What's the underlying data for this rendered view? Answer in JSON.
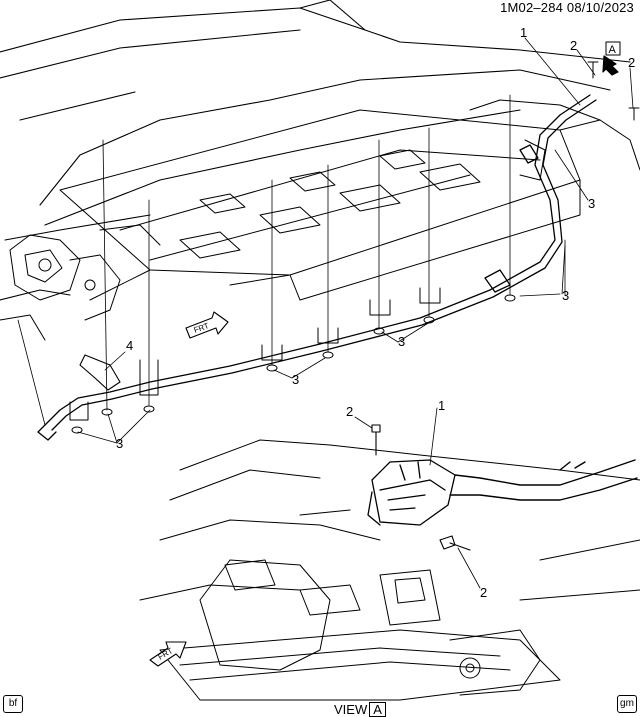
{
  "header": {
    "diagram_id": "1M02–284",
    "date": "08/10/2023"
  },
  "footer": {
    "left_tag": "bf",
    "right_tag": "gm",
    "view_prefix": "VIEW",
    "view_letter": "A"
  },
  "arrows": {
    "front_label": "FRT",
    "view_marker_letter": "A"
  },
  "callouts": {
    "c1_top": "1",
    "c2_top_a": "2",
    "c2_top_b": "2",
    "c3_r1": "3",
    "c3_r2": "3",
    "c3_mid": "3",
    "c3_low": "3",
    "c3_left": "3",
    "c4": "4",
    "c2_view_top": "2",
    "c1_view": "1",
    "c2_view_bottom": "2"
  }
}
